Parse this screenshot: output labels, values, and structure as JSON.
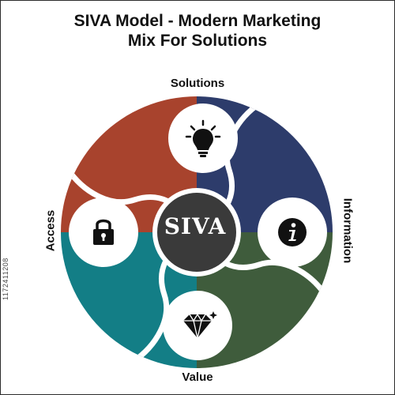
{
  "title": {
    "line1": "SIVA Model - Modern Marketing",
    "line2": "Mix For Solutions"
  },
  "center_label": "SIVA",
  "segments": [
    {
      "label": "Solutions",
      "color": "#a8432d",
      "icon": "lightbulb-icon"
    },
    {
      "label": "Information",
      "color": "#2d3c6b",
      "icon": "info-icon"
    },
    {
      "label": "Value",
      "color": "#3f5c3c",
      "icon": "diamond-icon"
    },
    {
      "label": "Access",
      "color": "#137e86",
      "icon": "padlock-icon"
    }
  ],
  "center_color": "#3a3a3a",
  "side_code": "1172411208"
}
